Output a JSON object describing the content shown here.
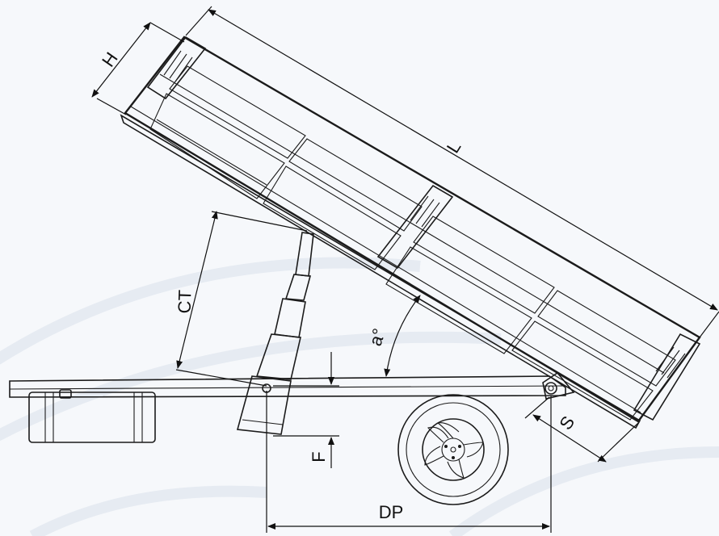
{
  "labels": {
    "height": "H",
    "length": "L",
    "cylinder_travel": "CT",
    "angle": "a°",
    "pivot_offset": "S",
    "frame_offset": "F",
    "pivot_distance": "DP"
  }
}
